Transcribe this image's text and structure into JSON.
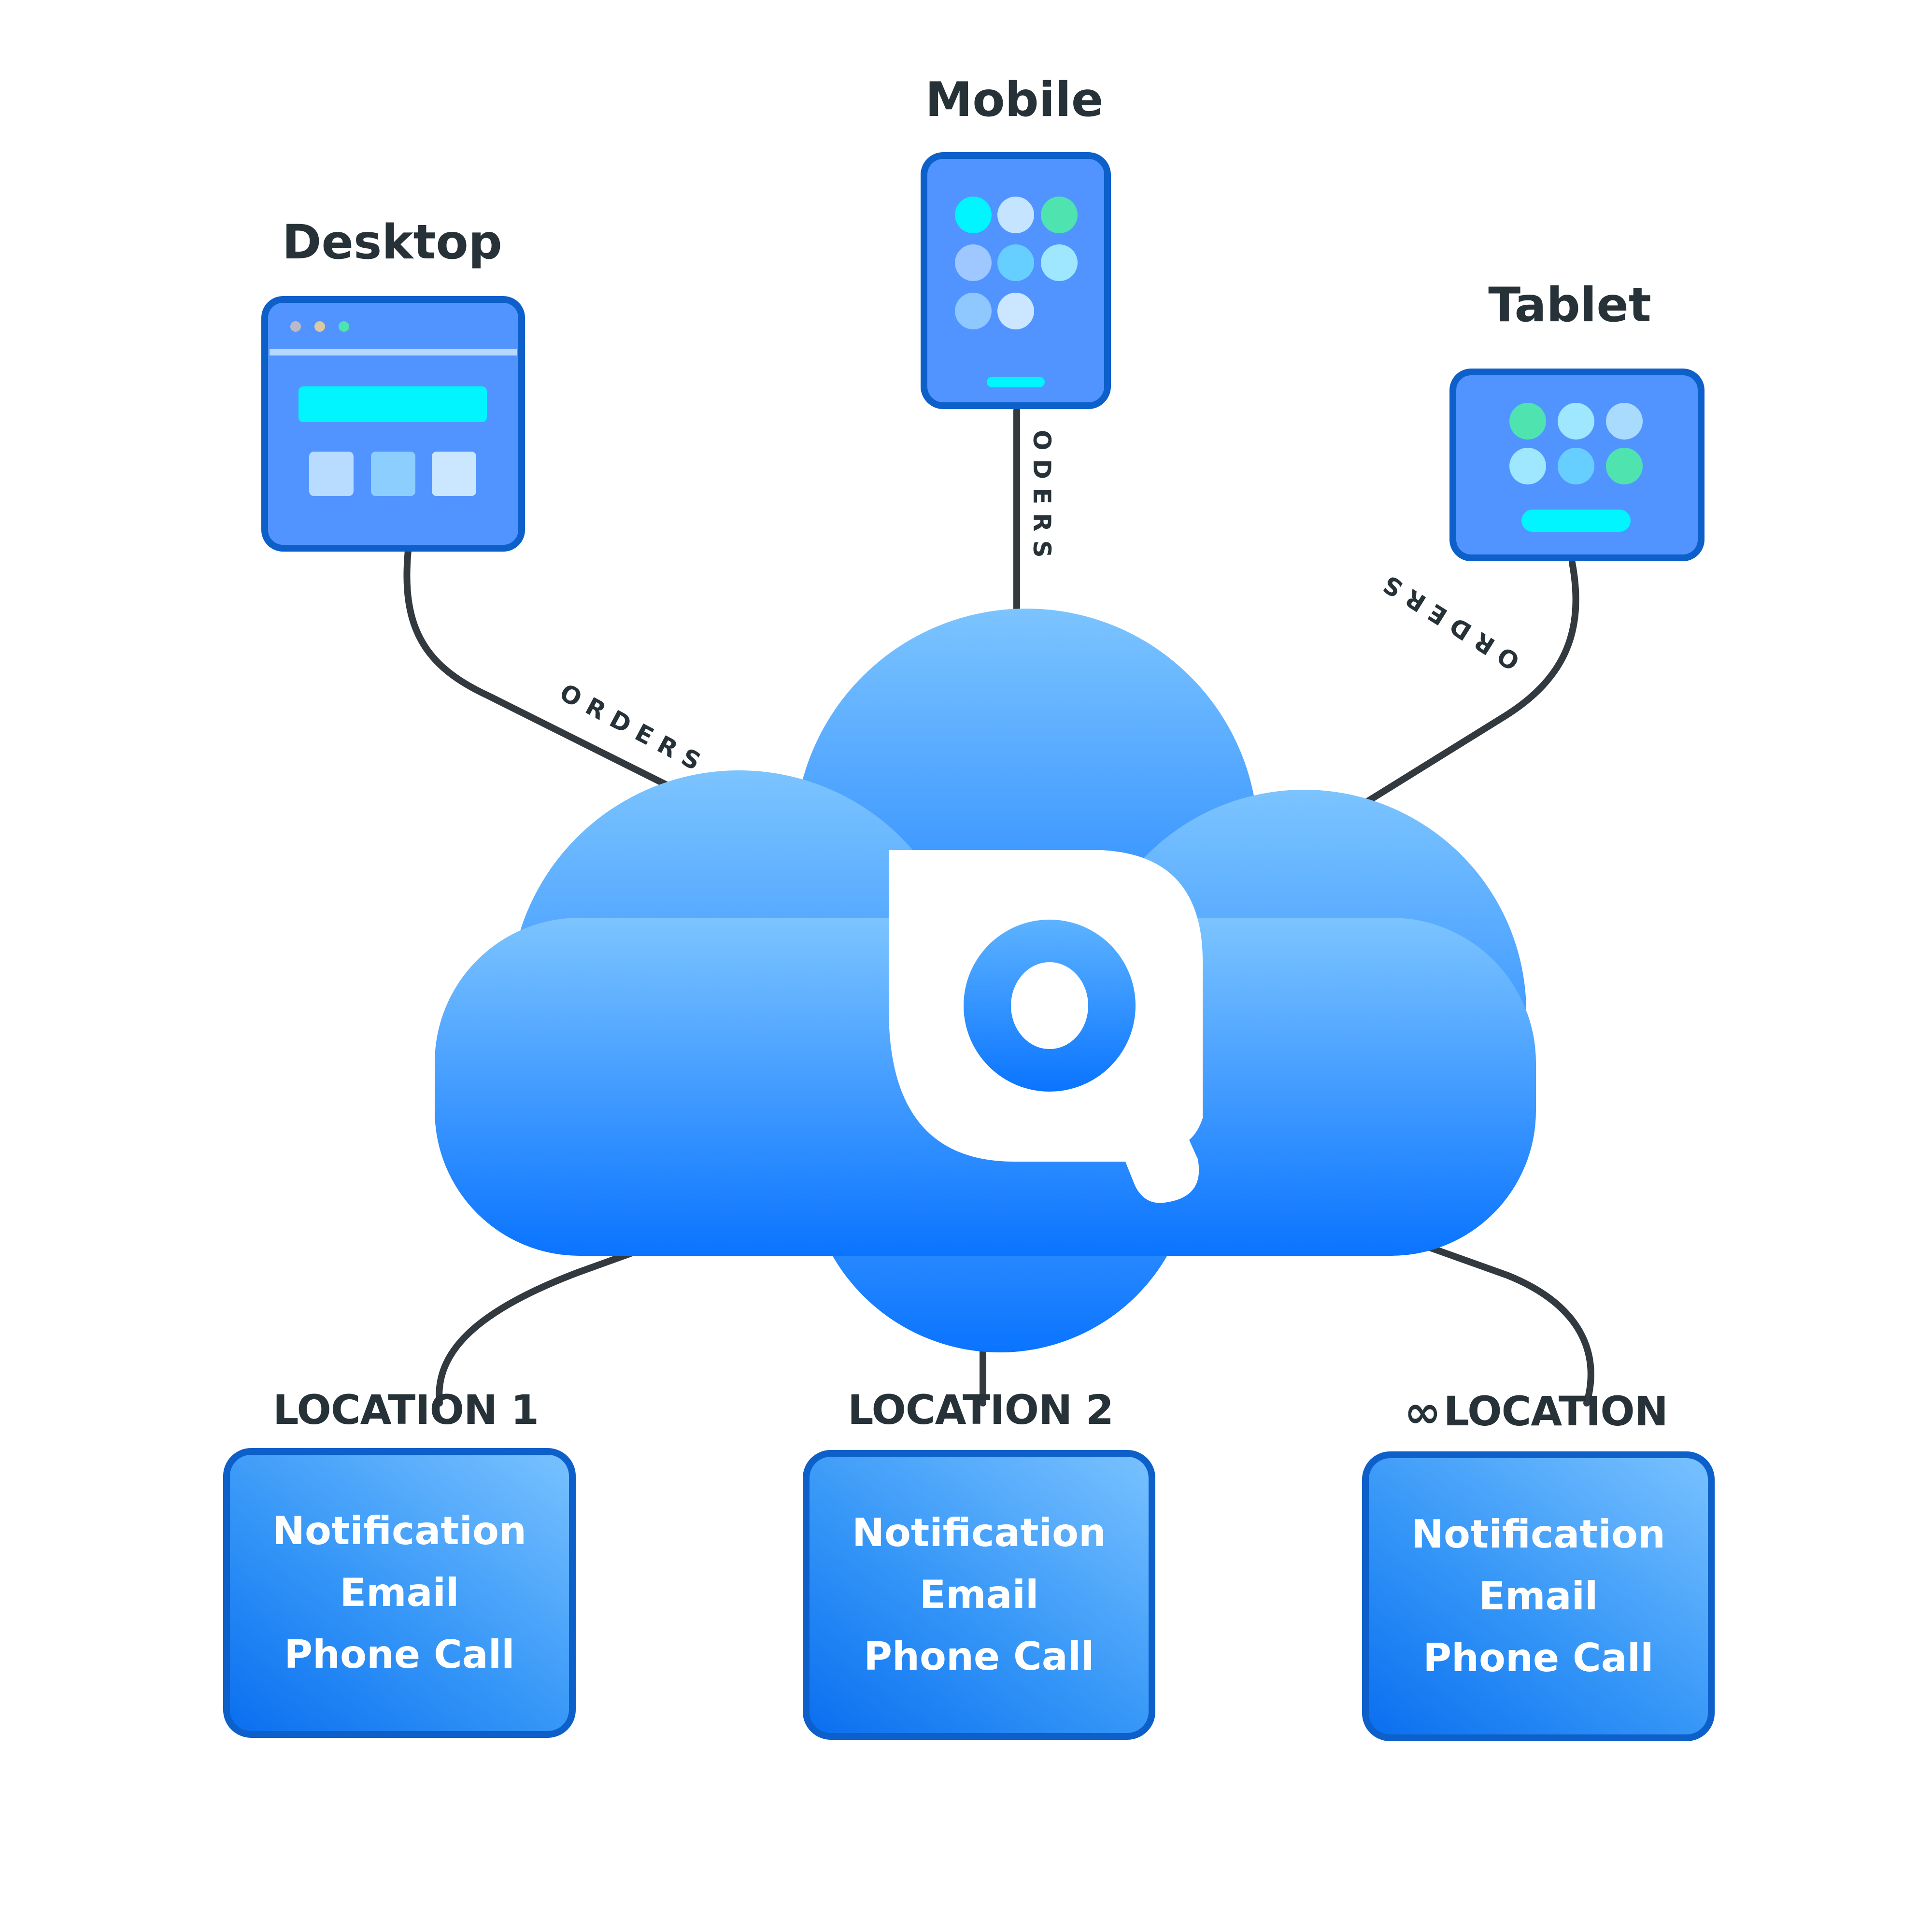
{
  "devices": {
    "desktop": {
      "label": "Desktop"
    },
    "mobile": {
      "label": "Mobile"
    },
    "tablet": {
      "label": "Tablet"
    }
  },
  "connectors": {
    "desktop_label": "ORDERS",
    "mobile_label": "ODERS",
    "tablet_label": "ORDERS"
  },
  "locations": [
    {
      "label": "LOCATION 1",
      "lines": [
        "Notification",
        "Email",
        "Phone Call"
      ]
    },
    {
      "label": "LOCATION 2",
      "lines": [
        "Notification",
        "Email",
        "Phone Call"
      ]
    },
    {
      "label": "LOCATION",
      "prefix_icon": "infinity-icon",
      "lines": [
        "Notification",
        "Email",
        "Phone Call"
      ]
    }
  ],
  "colors": {
    "cloud_top": "#7cc4ff",
    "cloud_bottom": "#0a74ff",
    "device_fill": "#5294ff",
    "device_border": "#0d5fc9",
    "connector": "#323a40",
    "text_dark": "#263238",
    "accent_cyan": "#00f5ff"
  }
}
